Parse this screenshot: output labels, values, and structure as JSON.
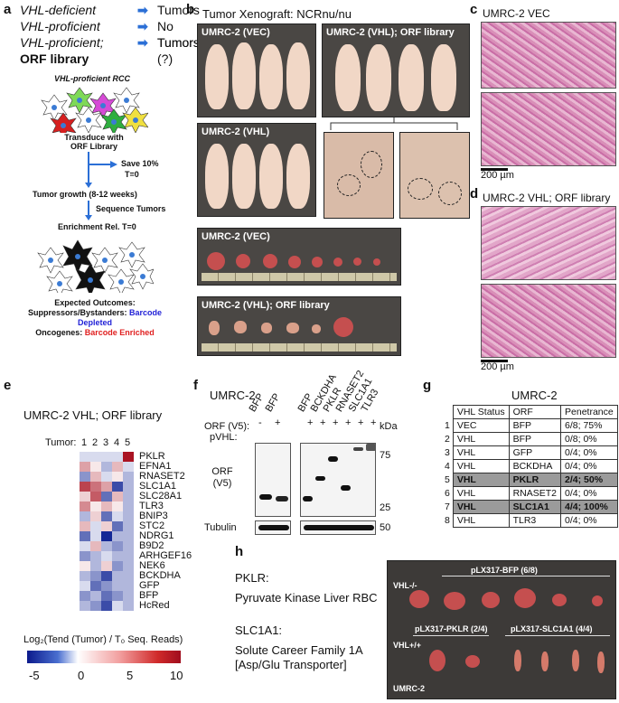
{
  "colors": {
    "depleted": "#1f1fd6",
    "enriched": "#e02020",
    "arrow": "#2b6fd6"
  },
  "panel_a": {
    "label": "a",
    "rows": [
      {
        "lhs": "VHL-deficient",
        "rhs": "Tumors"
      },
      {
        "lhs": "VHL-proficient",
        "rhs": "No Tumors"
      },
      {
        "lhs": "VHL-proficient;",
        "rhs": "Tumors (?)"
      }
    ],
    "orf_library": "ORF library",
    "rcc_title": "VHL-proficient RCC",
    "transduce": "Transduce with ORF Library",
    "save": "Save 10%",
    "t0": "T=0",
    "growth": "Tumor growth (8-12 weeks)",
    "sequence": "Sequence Tumors",
    "enrichment": "Enrichment Rel. T=0",
    "outcomes": "Expected Outcomes:",
    "suppressors": "Suppressors/Bystanders:",
    "depleted": "Barcode Depleted",
    "oncogenes": "Oncogenes:",
    "enriched": "Barcode Enriched"
  },
  "panel_b": {
    "label": "b",
    "title": "Tumor Xenograft: NCRnu/nu",
    "photo_vec": "UMRC-2 (VEC)",
    "photo_vhl_orf": "UMRC-2 (VHL); ORF library",
    "photo_vhl": "UMRC-2 (VHL)",
    "tumors_vec": "UMRC-2 (VEC)",
    "tumors_vhl_orf": "UMRC-2 (VHL); ORF library"
  },
  "panel_c": {
    "label": "c",
    "title": "UMRC-2 VEC",
    "scale": "200 µm"
  },
  "panel_d": {
    "label": "d",
    "title": "UMRC-2 VHL; ORF library",
    "scale": "200 µm"
  },
  "panel_e": {
    "label": "e",
    "title": "UMRC-2 VHL; ORF library",
    "tumor_label": "Tumor:",
    "tumors": [
      "1",
      "2",
      "3",
      "4",
      "5"
    ],
    "genes": [
      "PKLR",
      "EFNA1",
      "RNASET2",
      "SLC1A1",
      "SLC28A1",
      "TLR3",
      "BNIP3",
      "STC2",
      "NDRG1",
      "B9D2",
      "ARHGEF16",
      "NEK6",
      "BCKDHA",
      "GFP",
      "BFP",
      "HcRed"
    ],
    "values": [
      [
        -1,
        -1,
        -1,
        -1,
        10
      ],
      [
        4,
        1,
        -2,
        3,
        -1
      ],
      [
        -3,
        3,
        -1,
        1,
        -2
      ],
      [
        8,
        6,
        4,
        -5,
        -2
      ],
      [
        2,
        7,
        -4,
        3,
        -2
      ],
      [
        5,
        1,
        3,
        1,
        -2
      ],
      [
        -2,
        2,
        -4,
        -1,
        -2
      ],
      [
        3,
        -1,
        2,
        -4,
        -2
      ],
      [
        -4,
        -1,
        -6,
        -2,
        -2
      ],
      [
        -1,
        3,
        -2,
        -3,
        -2
      ],
      [
        -3,
        -2,
        -1,
        -2,
        -2
      ],
      [
        1,
        -2,
        2,
        -3,
        -2
      ],
      [
        -2,
        -3,
        -5,
        -2,
        -2
      ],
      [
        -1,
        -4,
        -3,
        -2,
        -2
      ],
      [
        -3,
        -2,
        -4,
        -3,
        -2
      ],
      [
        -2,
        -3,
        -5,
        -1,
        -2
      ]
    ],
    "legend_title": "Log₂(Tend (Tumor) / T₀ Seq. Reads)",
    "legend_ticks": [
      "-5",
      "0",
      "5",
      "10"
    ]
  },
  "panel_f": {
    "label": "f",
    "title": "UMRC-2",
    "orf_row_label": "ORF (V5):",
    "pvhl_row_label": "pVHL:",
    "left_lanes": [
      "BFP",
      "BFP"
    ],
    "left_pvhl": [
      "-",
      "+"
    ],
    "right_lanes": [
      "BFP",
      "BCKDHA",
      "PKLR",
      "RNASET2",
      "SLC1A1",
      "TLR3"
    ],
    "right_pvhl": [
      "+",
      "+",
      "+",
      "+",
      "+",
      "+"
    ],
    "kda": "kDa",
    "markers": [
      "75",
      "25",
      "50"
    ],
    "orf_blot_label": "ORF (V5)",
    "tubulin_label": "Tubulin"
  },
  "panel_g": {
    "label": "g",
    "title": "UMRC-2",
    "headers": [
      "VHL Status",
      "ORF",
      "Penetrance"
    ],
    "rows": [
      {
        "n": "1",
        "status": "VEC",
        "orf": "BFP",
        "pen": "6/8; 75%"
      },
      {
        "n": "2",
        "status": "VHL",
        "orf": "BFP",
        "pen": "0/8; 0%"
      },
      {
        "n": "3",
        "status": "VHL",
        "orf": "GFP",
        "pen": "0/4; 0%"
      },
      {
        "n": "4",
        "status": "VHL",
        "orf": "BCKDHA",
        "pen": "0/4; 0%"
      },
      {
        "n": "5",
        "status": "VHL",
        "orf": "PKLR",
        "pen": "2/4; 50%"
      },
      {
        "n": "6",
        "status": "VHL",
        "orf": "RNASET2",
        "pen": "0/4; 0%"
      },
      {
        "n": "7",
        "status": "VHL",
        "orf": "SLC1A1",
        "pen": "4/4; 100%"
      },
      {
        "n": "8",
        "status": "VHL",
        "orf": "TLR3",
        "pen": "0/4; 0%"
      }
    ],
    "highlight_rows": [
      5,
      7
    ]
  },
  "panel_h": {
    "label": "h",
    "pklr_title": "PKLR:",
    "pklr_desc": "Pyruvate Kinase Liver RBC",
    "slc_title": "SLC1A1:",
    "slc_desc_1": "Solute Career Family 1A",
    "slc_desc_2": "[Asp/Glu Transporter]",
    "photo_bfp": "pLX317-BFP (6/8)",
    "photo_vhl_neg": "VHL-/-",
    "photo_pklr": "pLX317-PKLR (2/4)",
    "photo_slc": "pLX317-SLC1A1 (4/4)",
    "photo_vhl_pos": "VHL+/+",
    "photo_cell": "UMRC-2"
  }
}
